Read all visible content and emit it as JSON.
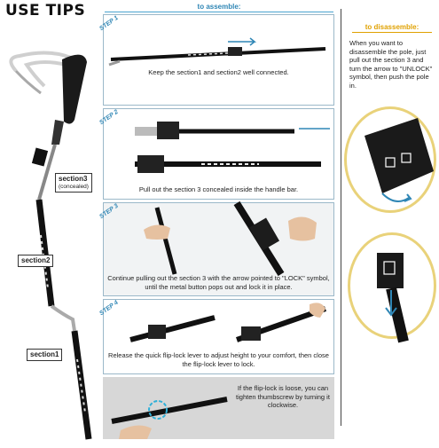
{
  "title": "USE TIPS",
  "assemble_header": "to assemble:",
  "disassemble_header": "to disassemble:",
  "disassemble_text": "When you want to disassemble the pole, just pull out the section 3 and turn the arrow to \"UNLOCK\" symbol, then push the pole in.",
  "pole_labels": {
    "section3": "section3",
    "section3_sub": "(concealed)",
    "section2": "section2",
    "section1": "section1"
  },
  "steps": [
    {
      "tag": "STEP 1",
      "text": "Keep the section1 and section2 well connected."
    },
    {
      "tag": "STEP 2",
      "text": "Pull out the section 3 concealed inside the handle bar."
    },
    {
      "tag": "STEP 3",
      "text": "Continue pulling out the section 3 with the arrow pointed to \"LOCK\" symbol, until the metal button pops out and lock it in place."
    },
    {
      "tag": "STEP 4",
      "text": "Release the quick flip-lock lever to adjust height to your comfort, then close the flip-lock lever to lock."
    }
  ],
  "tip_text": "If the flip-lock is loose, you can tighten thumbscrew by turning it clockwise.",
  "colors": {
    "accent_blue": "#2f86b5",
    "accent_yellow": "#e9d27a"
  }
}
